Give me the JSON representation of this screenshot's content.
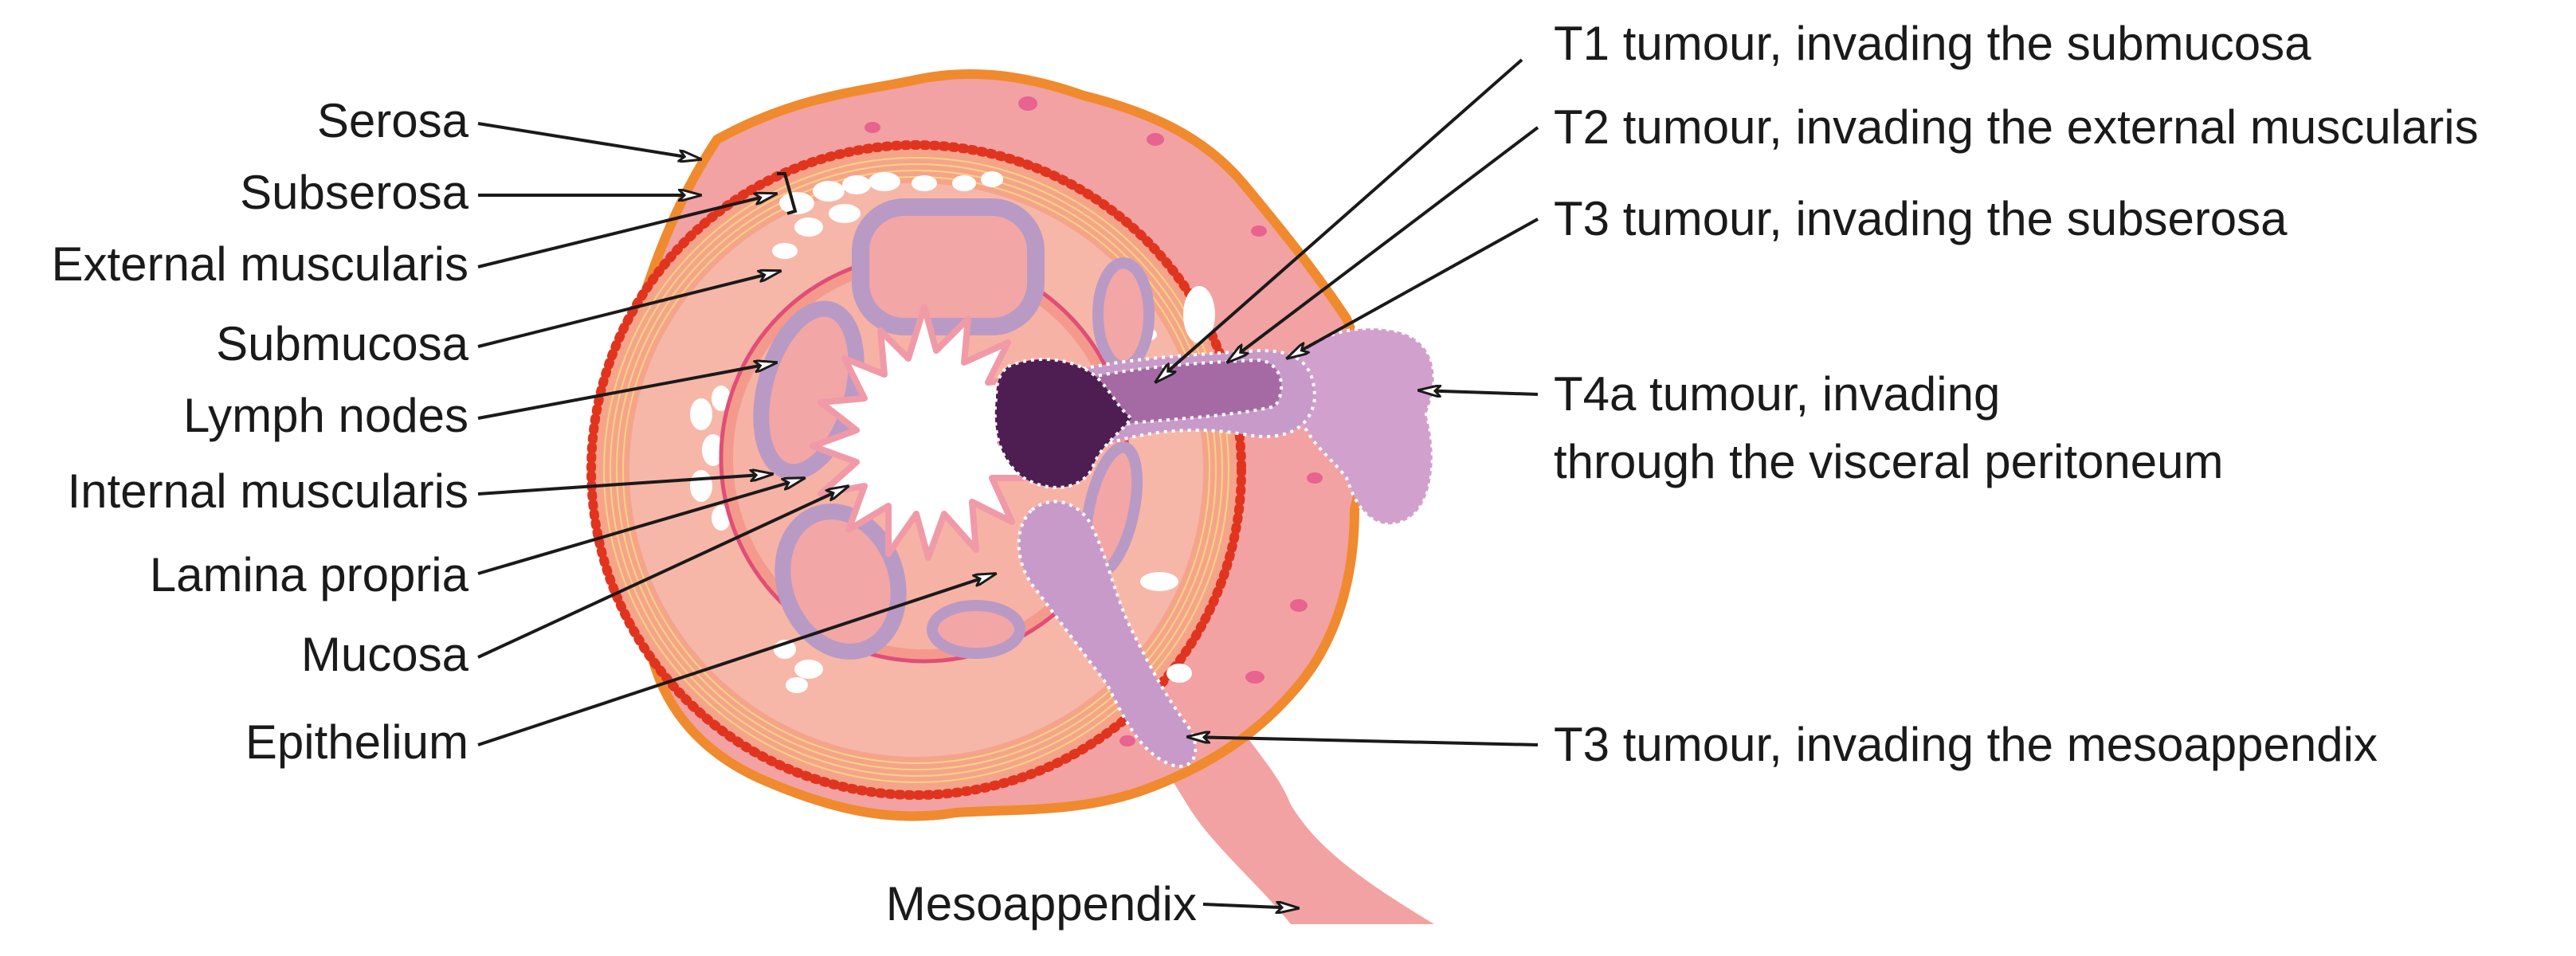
{
  "labels": {
    "serosa": "Serosa",
    "subserosa": "Subserosa",
    "external_muscularis": "External muscularis",
    "submucosa": "Submucosa",
    "lymph_nodes": "Lymph nodes",
    "internal_muscularis": "Internal muscularis",
    "lamina_propria": "Lamina propria",
    "mucosa": "Mucosa",
    "epithelium": "Epithelium",
    "mesoappendix": "Mesoappendix",
    "t1": "T1 tumour, invading the submucosa",
    "t2": "T2 tumour, invading the external muscularis",
    "t3_subserosa": "T3 tumour, invading the subserosa",
    "t4a_line1": "T4a tumour, invading",
    "t4a_line2": "through the visceral peritoneum",
    "t3_mesoappendix": "T3 tumour, invading the mesoappendix"
  },
  "colors": {
    "serosa_orange": "#f08a2e",
    "subserosa_pink": "#f2a2a2",
    "muscle_salmon": "#f5a48c",
    "red_dots": "#e0341f",
    "submucosa": "#f7b7a8",
    "lymph_node_outer": "#b99ac4",
    "lymph_node_inner": "#f3a6a6",
    "mucosa": "#f4a9a0",
    "t1_dark_purple": "#4e1d52",
    "t2_purple": "#a56aa3",
    "t3_light_purple": "#c79ac9",
    "t4a_lilac": "#d2a0cc"
  }
}
